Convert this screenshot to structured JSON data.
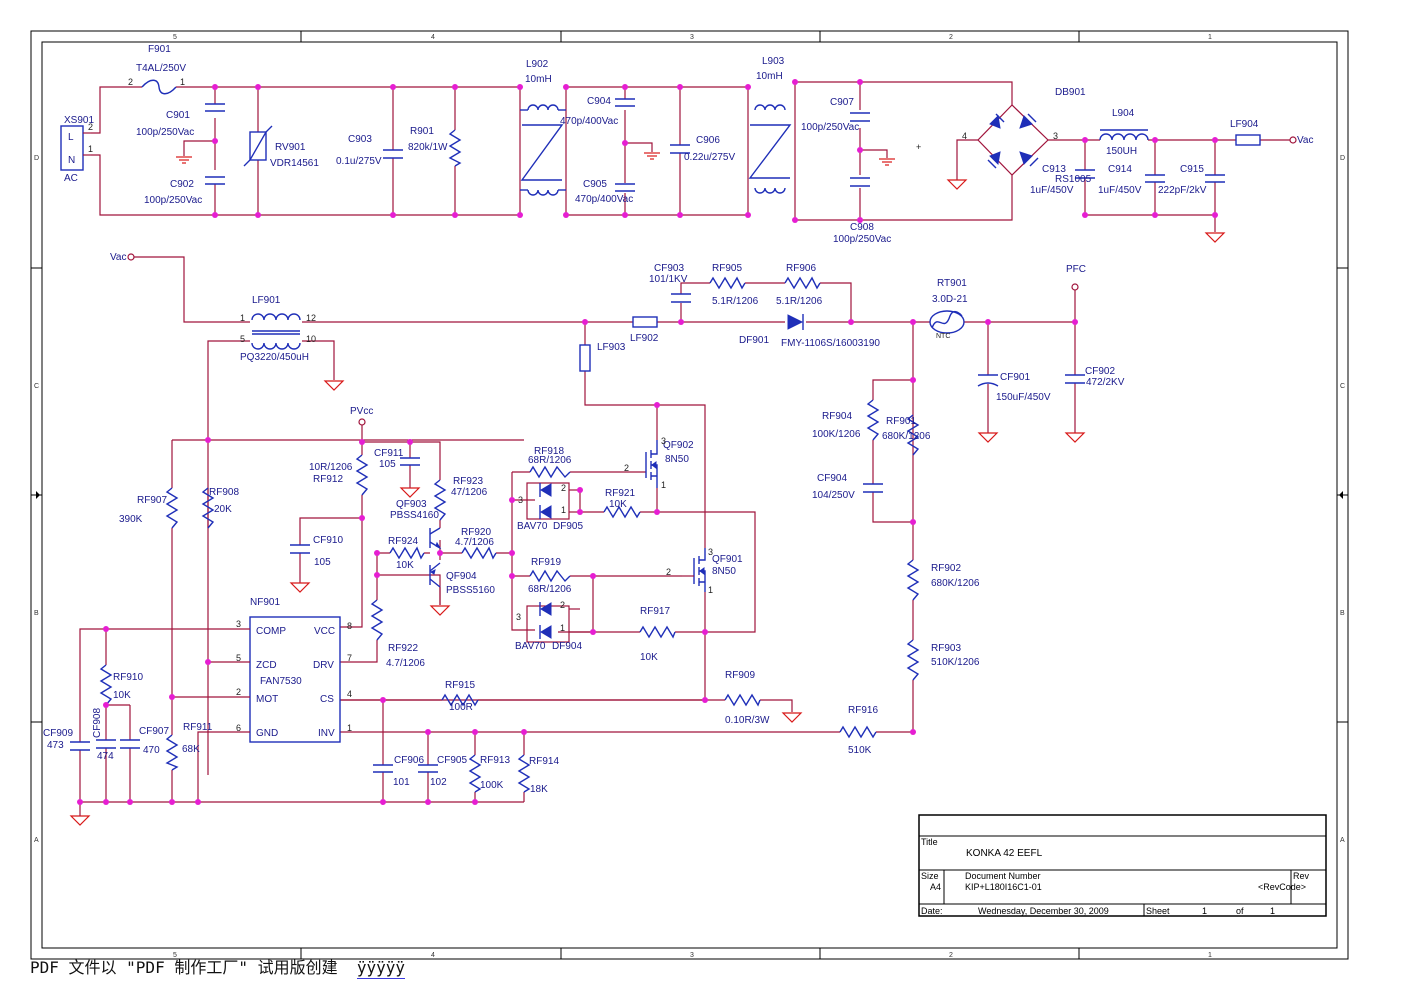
{
  "frame": {
    "columns": [
      "5",
      "4",
      "3",
      "2",
      "1"
    ],
    "rows": [
      "D",
      "C",
      "B",
      "A"
    ]
  },
  "components": {
    "F901": "F901",
    "F901_val": "T4AL/250V",
    "XS901": "XS901",
    "XS901_L": "L",
    "XS901_N": "N",
    "XS901_val": "AC",
    "C901": "C901",
    "C901_val": "100p/250Vac",
    "C902": "C902",
    "C902_val": "100p/250Vac",
    "RV901": "RV901",
    "RV901_val": "VDR14561",
    "C903": "C903",
    "C903_val": "0.1u/275V",
    "R901": "R901",
    "R901_val": "820k/1W",
    "L902": "L902",
    "L902_val": "10mH",
    "C904": "C904",
    "C904_val": "470p/400Vac",
    "C905": "C905",
    "C905_val": "470p/400Vac",
    "C906": "C906",
    "C906_val": "0.22u/275V",
    "L903": "L903",
    "L903_val": "10mH",
    "C907": "C907",
    "C907_val": "100p/250Vac",
    "C908": "C908",
    "C908_val": "100p/250Vac",
    "DB901": "DB901",
    "C913": "C913",
    "C913_val": "1uF/450V",
    "RS1005": "RS1005",
    "L904": "L904",
    "L904_val": "150UH",
    "C914": "C914",
    "C914_val": "1uF/450V",
    "C915": "C915",
    "C915_val": "222pF/2kV",
    "LF904": "LF904",
    "Vac": "Vac",
    "LF901": "LF901",
    "LF901_val": "PQ3220/450uH",
    "CF903": "CF903",
    "CF903_val": "101/1KV",
    "RF905": "RF905",
    "RF905_val": "5.1R/1206",
    "RF906": "RF906",
    "RF906_val": "5.1R/1206",
    "LF902": "LF902",
    "DF901": "DF901",
    "DF901_val": "FMY-1106S/16003190",
    "LF903": "LF903",
    "RT901": "RT901",
    "RT901_val": "3.0D-21",
    "RT901_ntc": "NTC",
    "PFC": "PFC",
    "CF901": "CF901",
    "CF901_val": "150uF/450V",
    "CF902": "CF902",
    "CF902_val": "472/2KV",
    "RF904": "RF904",
    "RF904_val": "100K/1206",
    "RF901": "RF901",
    "RF901_val": "680K/1206",
    "CF904": "CF904",
    "CF904_val": "104/250V",
    "RF902": "RF902",
    "RF902_val": "680K/1206",
    "RF903": "RF903",
    "RF903_val": "510K/1206",
    "RF916": "RF916",
    "RF916_val": "510K",
    "PVcc": "PVcc",
    "CF911": "CF911",
    "CF911_val": "105",
    "RF912": "RF912",
    "RF912_val": "10R/1206",
    "RF923": "RF923",
    "RF923_val": "47/1206",
    "QF903": "QF903",
    "QF903_val": "PBSS4160",
    "CF910": "CF910",
    "CF910_val": "105",
    "RF924": "RF924",
    "RF924_val": "10K",
    "RF920": "RF920",
    "RF920_val": "4.7/1206",
    "QF904": "QF904",
    "QF904_val": "PBSS5160",
    "RF918": "RF918",
    "RF918_val": "68R/1206",
    "QF902": "QF902",
    "QF902_val": "8N50",
    "DF905": "DF905",
    "DF905_type": "BAV70",
    "RF921": "RF921",
    "RF921_val": "10K",
    "RF919": "RF919",
    "RF919_val": "68R/1206",
    "QF901": "QF901",
    "QF901_val": "8N50",
    "DF904": "DF904",
    "DF904_type": "BAV70",
    "RF917": "RF917",
    "RF917_val": "10K",
    "RF907": "RF907",
    "RF907_val": "390K",
    "RF908": "RF908",
    "RF908_val": "20K",
    "NF901": "NF901",
    "NF901_part": "FAN7530",
    "RF922": "RF922",
    "RF922_val": "4.7/1206",
    "RF910": "RF910",
    "RF910_val": "10K",
    "CF908": "CF908",
    "CF908_val": "474",
    "CF909": "CF909",
    "CF909_val": "473",
    "CF907": "CF907",
    "CF907_val": "470",
    "RF911": "RF911",
    "RF911_val": "68K",
    "RF915": "RF915",
    "RF915_val": "100R",
    "RF909": "RF909",
    "RF909_val": "0.10R/3W",
    "CF906": "CF906",
    "CF906_val": "101",
    "CF905": "CF905",
    "CF905_val": "102",
    "RF913": "RF913",
    "RF913_val": "100K",
    "RF914": "RF914",
    "RF914_val": "18K"
  },
  "ic_pins": {
    "comp": "COMP",
    "vcc": "VCC",
    "zcd": "ZCD",
    "drv": "DRV",
    "mot": "MOT",
    "cs": "CS",
    "gnd": "GND",
    "inv": "INV",
    "n3": "3",
    "n8": "8",
    "n5": "5",
    "n7": "7",
    "n2": "2",
    "n4": "4",
    "n6": "6",
    "n1": "1"
  },
  "title_block": {
    "title_label": "Title",
    "title": "KONKA  42 EEFL",
    "size_label": "Size",
    "size": "A4",
    "doc_label": "Document Number",
    "doc": "KIP+L180I16C1-01",
    "rev_label": "Rev",
    "rev": "<RevCode>",
    "date_label": "Date:",
    "date": "Wednesday, December 30, 2009",
    "sheet_label": "Sheet",
    "sheet": "1",
    "of_label": "of",
    "of": "1"
  },
  "footer": {
    "text": "PDF 文件以 \"PDF 制作工厂\" 试用版创建  ",
    "link": "ÿÿÿÿÿ"
  }
}
